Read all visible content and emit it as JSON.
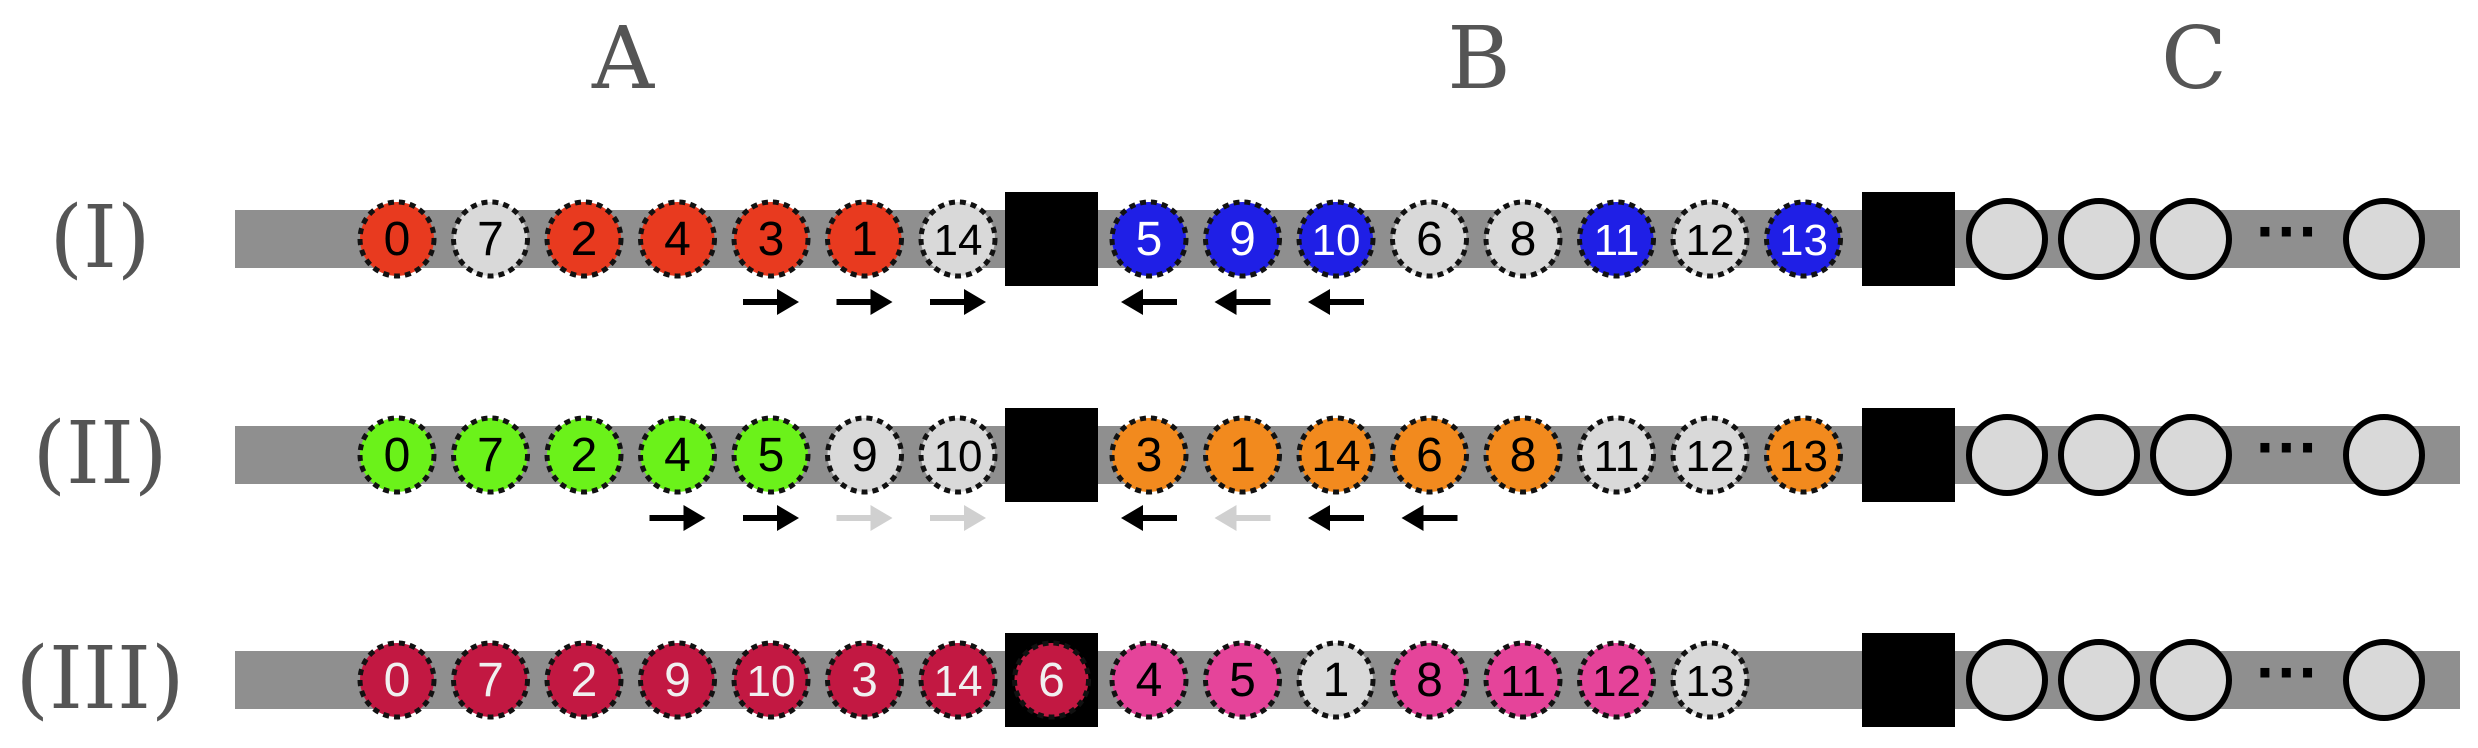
{
  "columns": [
    "A",
    "B",
    "C"
  ],
  "rows": [
    {
      "label": "(I)",
      "a": [
        {
          "n": "0",
          "c": "red"
        },
        {
          "n": "7",
          "c": "grey"
        },
        {
          "n": "2",
          "c": "red"
        },
        {
          "n": "4",
          "c": "red"
        },
        {
          "n": "3",
          "c": "red"
        },
        {
          "n": "1",
          "c": "red"
        },
        {
          "n": "14",
          "c": "grey"
        }
      ],
      "b": [
        {
          "n": "5",
          "c": "blue"
        },
        {
          "n": "9",
          "c": "blue"
        },
        {
          "n": "10",
          "c": "blue"
        },
        {
          "n": "6",
          "c": "grey"
        },
        {
          "n": "8",
          "c": "grey"
        },
        {
          "n": "11",
          "c": "blue"
        },
        {
          "n": "12",
          "c": "grey"
        },
        {
          "n": "13",
          "c": "blue"
        }
      ],
      "arrows_a": [
        {
          "slot": 4,
          "dir": "right",
          "faded": false
        },
        {
          "slot": 5,
          "dir": "right",
          "faded": false
        },
        {
          "slot": 6,
          "dir": "right",
          "faded": false
        }
      ],
      "arrows_b": [
        {
          "slot": 0,
          "dir": "left",
          "faded": false
        },
        {
          "slot": 1,
          "dir": "left",
          "faded": false
        },
        {
          "slot": 2,
          "dir": "left",
          "faded": false
        }
      ]
    },
    {
      "label": "(II)",
      "a": [
        {
          "n": "0",
          "c": "green"
        },
        {
          "n": "7",
          "c": "green"
        },
        {
          "n": "2",
          "c": "green"
        },
        {
          "n": "4",
          "c": "green"
        },
        {
          "n": "5",
          "c": "green"
        },
        {
          "n": "9",
          "c": "grey"
        },
        {
          "n": "10",
          "c": "grey"
        }
      ],
      "b": [
        {
          "n": "3",
          "c": "orange"
        },
        {
          "n": "1",
          "c": "orange"
        },
        {
          "n": "14",
          "c": "orange"
        },
        {
          "n": "6",
          "c": "orange"
        },
        {
          "n": "8",
          "c": "orange"
        },
        {
          "n": "11",
          "c": "grey"
        },
        {
          "n": "12",
          "c": "grey"
        },
        {
          "n": "13",
          "c": "orange"
        }
      ],
      "arrows_a": [
        {
          "slot": 3,
          "dir": "right",
          "faded": false
        },
        {
          "slot": 4,
          "dir": "right",
          "faded": false
        },
        {
          "slot": 5,
          "dir": "right",
          "faded": true
        },
        {
          "slot": 6,
          "dir": "right",
          "faded": true
        }
      ],
      "arrows_b": [
        {
          "slot": 0,
          "dir": "left",
          "faded": false
        },
        {
          "slot": 1,
          "dir": "left",
          "faded": true
        },
        {
          "slot": 2,
          "dir": "left",
          "faded": false
        },
        {
          "slot": 3,
          "dir": "left",
          "faded": false
        }
      ]
    },
    {
      "label": "(III)",
      "a": [
        {
          "n": "0",
          "c": "crimson"
        },
        {
          "n": "7",
          "c": "crimson"
        },
        {
          "n": "2",
          "c": "crimson"
        },
        {
          "n": "9",
          "c": "crimson"
        },
        {
          "n": "10",
          "c": "crimson"
        },
        {
          "n": "3",
          "c": "crimson"
        },
        {
          "n": "14",
          "c": "crimson"
        },
        {
          "n": "6",
          "c": "crimson"
        }
      ],
      "b": [
        {
          "n": "4",
          "c": "pink"
        },
        {
          "n": "5",
          "c": "pink"
        },
        {
          "n": "1",
          "c": "grey"
        },
        {
          "n": "8",
          "c": "pink"
        },
        {
          "n": "11",
          "c": "pink"
        },
        {
          "n": "12",
          "c": "pink"
        },
        {
          "n": "13",
          "c": "grey"
        }
      ],
      "arrows_a": [],
      "arrows_b": []
    }
  ],
  "ellipsis": "···",
  "colors": {
    "red": "#E83A1F",
    "blue": "#1F1FE6",
    "green": "#6BF21A",
    "orange": "#F28A1E",
    "crimson": "#C21842",
    "pink": "#E5449A",
    "grey": "#D9D9D9",
    "track": "#8F8F8F",
    "block": "#000000",
    "arrow": "#000000",
    "arrow_faded": "#D0D0D0"
  },
  "text_colors": {
    "red": "#000000",
    "blue": "#FFFFFF",
    "green": "#000000",
    "orange": "#000000",
    "crimson": "#F0F0F0",
    "pink": "#000000",
    "grey": "#000000"
  }
}
